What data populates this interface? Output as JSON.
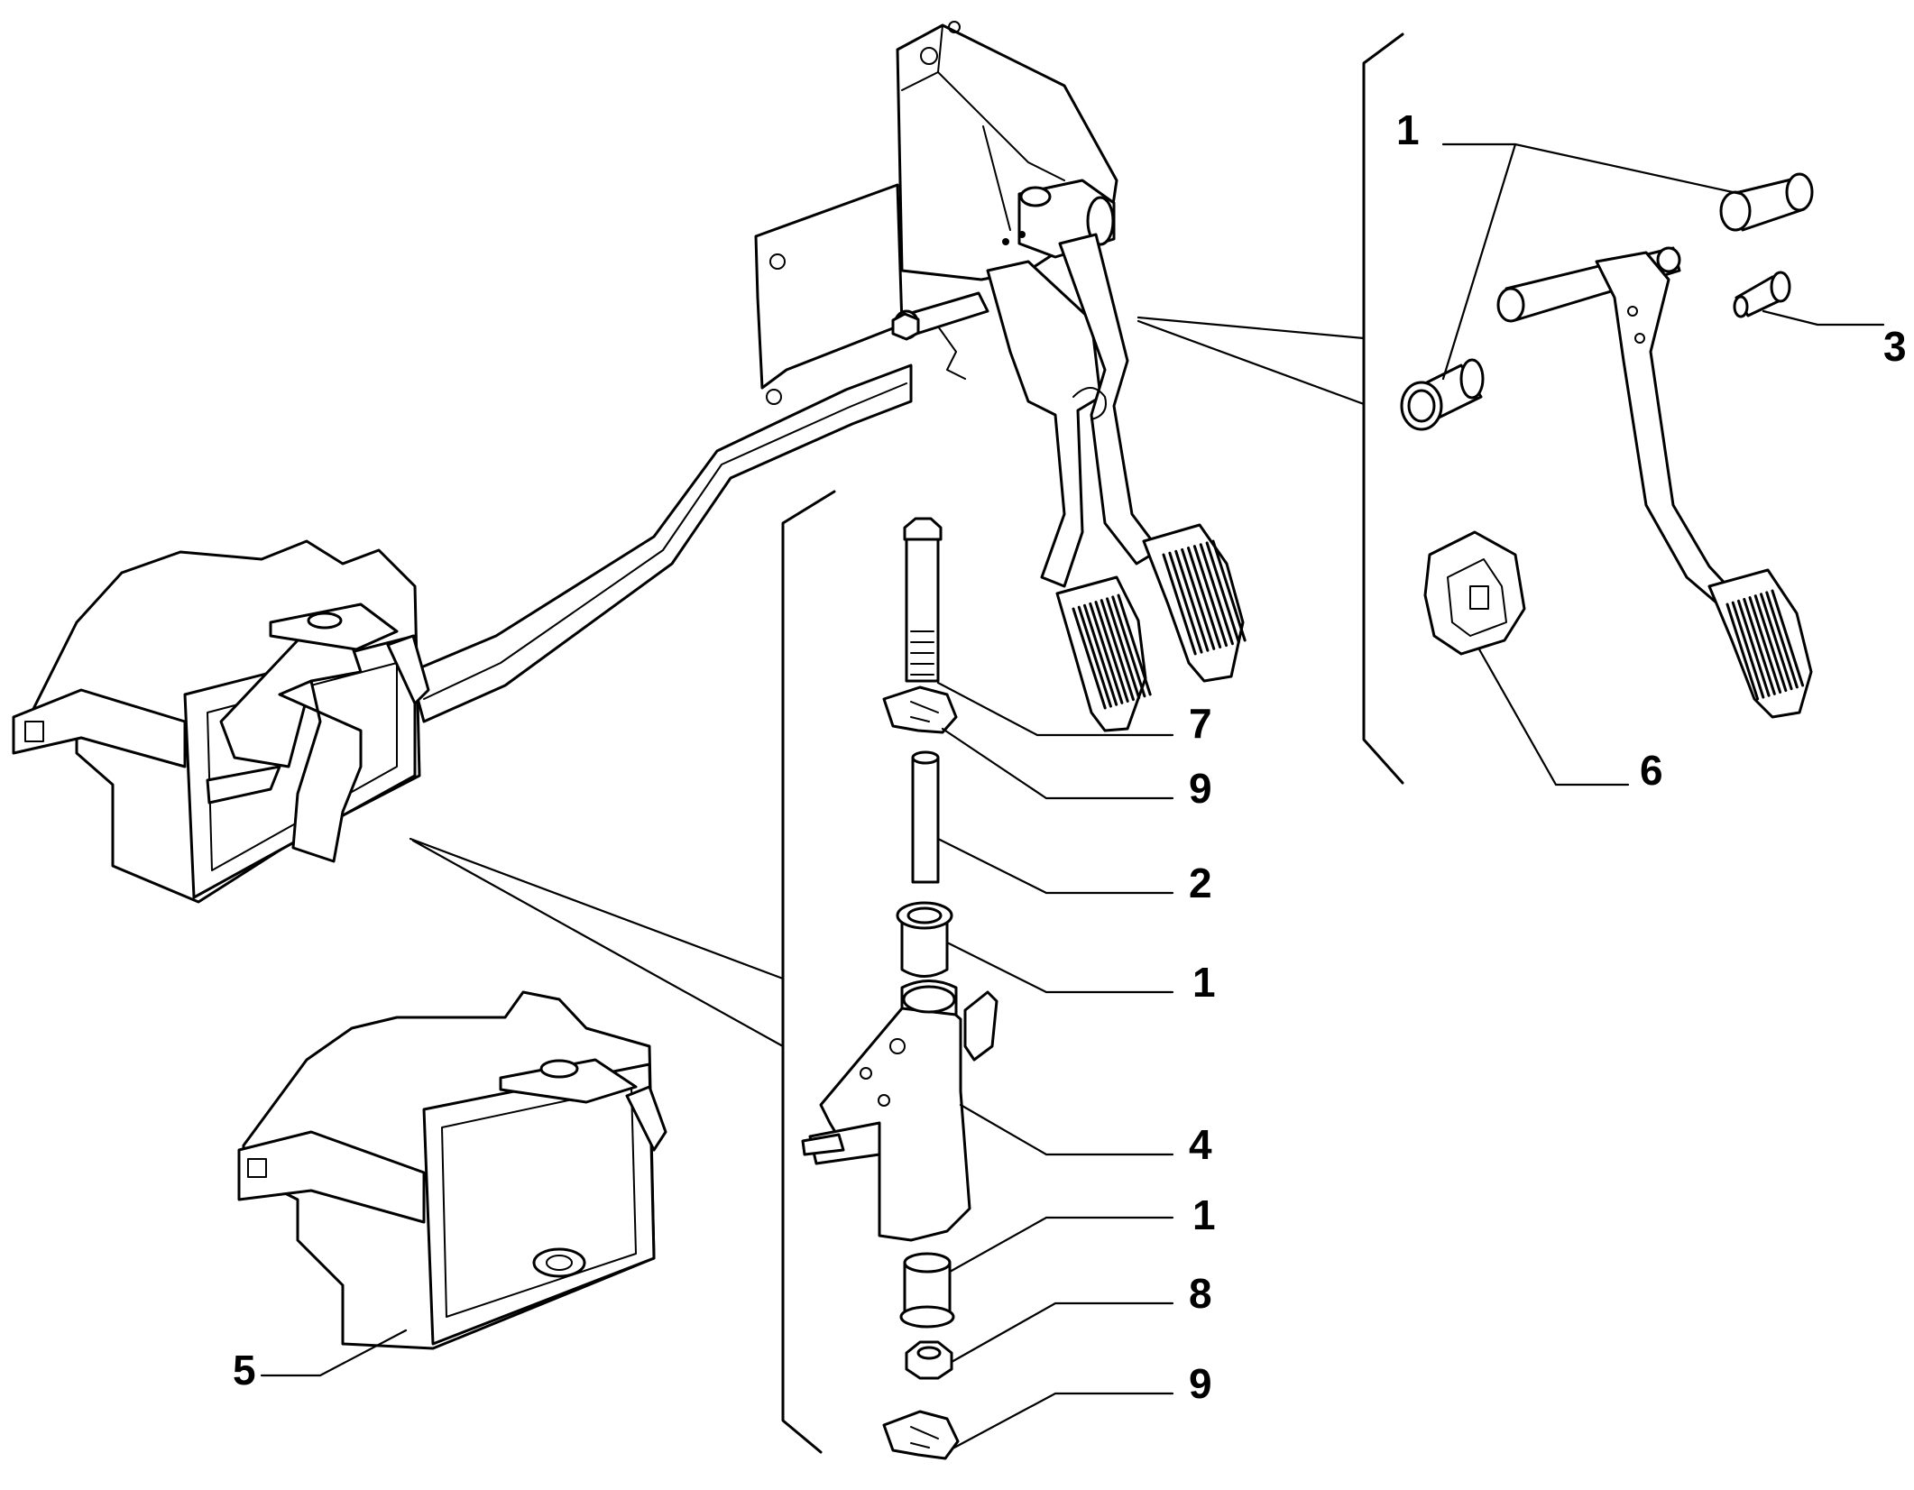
{
  "diagram": {
    "kind": "exploded-parts-view",
    "line_color": "#000000",
    "background": "#ffffff"
  },
  "callouts": {
    "c1_top": "1",
    "c3": "3",
    "c6": "6",
    "c7": "7",
    "c9_upper": "9",
    "c2": "2",
    "c1_mid": "1",
    "c4": "4",
    "c1_low": "1",
    "c8": "8",
    "c9_lower": "9",
    "c5": "5"
  }
}
